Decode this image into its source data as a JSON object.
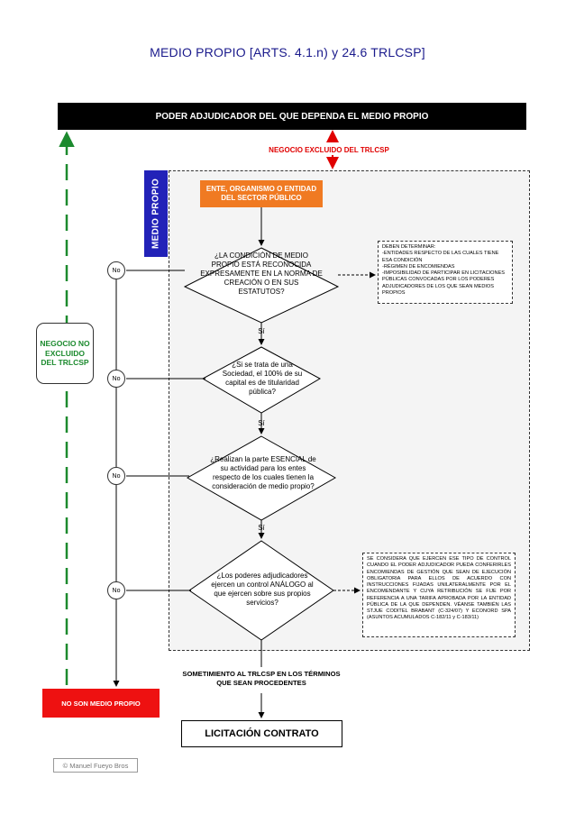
{
  "title": "MEDIO PROPIO [ARTS. 4.1.n) y 24.6 TRLCSP]",
  "top_bar": "PODER ADJUDICADOR DEL QUE DEPENDA EL MEDIO PROPIO",
  "excluded_label": "NEGOCIO EXCLUIDO DEL TRLCSP",
  "side_label": "MEDIO PROPIO",
  "ente_box": "ENTE, ORGANISMO O ENTIDAD DEL SECTOR PÚBLICO",
  "questions": [
    "¿LA CONDICIÓN DE MEDIO PROPIO ESTÁ RECONOCIDA EXPRESAMENTE EN LA NORMA DE CREACIÓN O EN SUS ESTATUTOS?",
    "¿Si se trata de una Sociedad, el 100% de su capital es de titularidad pública?",
    "¿Realizan la parte ESENCIAL de su actividad para los entes respecto de los cuales tienen la consideración de medio propio?",
    "¿Los poderes adjudicadores ejercen un control ANÁLOGO al que ejercen sobre sus propios servicios?"
  ],
  "yes_label": "Sí",
  "no_label": "No",
  "note1": "DEBEN DETERMINAR:\n-ENTIDADES RESPECTO DE LAS CUALES TIENE ESA CONDICIÓN\n-RÉGIMEN DE ENCOMIENDAS\n-IMPOSIBILIDAD DE PARTICIPAR EN LICITACIONES PÚBLICAS CONVOCADAS POR LOS PODERES ADJUDICADORES DE LOS QUE SEAN MEDIOS PROPIOS",
  "note2": "SE CONSIDERA QUE EJERCEN ESE TIPO DE CONTROL CUANDO EL PODER ADJUDICADOR PUEDA CONFERIRLES ENCOMIENDAS DE GESTIÓN QUE SEAN DE EJECUCIÓN OBLIGATORIA PARA ELLOS DE ACUERDO CON INSTRUCCIONES FIJADAS UNILATERALMENTE POR EL ENCOMENDANTE Y CUYA RETRIBUCIÓN SE FIJE POR REFERENCIA A UNA TARIFA APROBADA POR LA ENTIDAD PÚBLICA DE LA QUE DEPENDEN. VÉANSE TAMBIÉN LAS STJUE CODITEL BRABANT (C-324/07) Y ECONORD SPA (ASUNTOS ACUMULADOS C-182/11 y C-183/11)",
  "negocio_box": "NEGOCIO NO EXCLUIDO DEL TRLCSP",
  "no_son_box": "NO SON MEDIO PROPIO",
  "sometimiento": "SOMETIMIENTO AL TRLCSP EN LOS TÉRMINOS QUE SEAN PROCEDENTES",
  "licitacion_box": "LICITACIÓN CONTRATO",
  "copyright": "© Manuel Fueyo Bros",
  "colors": {
    "title": "#1a1a8c",
    "top_bar": "#000000",
    "excluded": "#e00000",
    "medio_propio": "#2222b8",
    "ente_box": "#f07a22",
    "negocio_green": "#1c8a2e",
    "no_son_red": "#ee1111"
  }
}
